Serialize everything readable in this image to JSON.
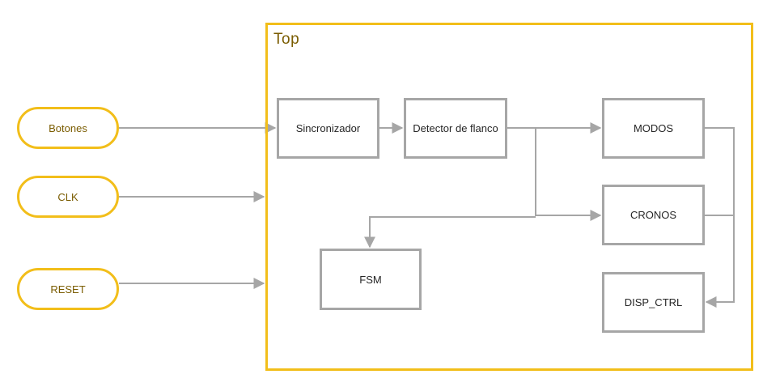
{
  "inputs": {
    "botones": "Botones",
    "clk": "CLK",
    "reset": "RESET"
  },
  "top": {
    "title": "Top"
  },
  "blocks": {
    "sincronizador": "Sincronizador",
    "detector": "Detector de flanco",
    "modos": "MODOS",
    "cronos": "CRONOS",
    "fsm": "FSM",
    "disp_ctrl": "DISP_CTRL"
  },
  "colors": {
    "input_border": "#f2be1a",
    "frame_border": "#f2be1a",
    "block_border": "#a6a6a6",
    "wire": "#a6a6a6",
    "label_text": "#7a5c00"
  }
}
